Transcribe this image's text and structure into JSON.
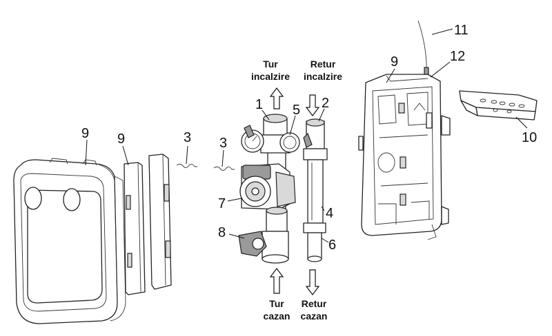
{
  "labels": {
    "n1": "1",
    "n2": "2",
    "n3a": "3",
    "n3b": "3",
    "n4": "4",
    "n5": "5",
    "n6": "6",
    "n7": "7",
    "n8": "8",
    "n9a": "9",
    "n9b": "9",
    "n9c": "9",
    "n10": "10",
    "n11": "11",
    "n12": "12"
  },
  "flow": {
    "tur_incalzire_1": "Tur",
    "tur_incalzire_2": "incalzire",
    "retur_incalzire_1": "Retur",
    "retur_incalzire_2": "incalzire",
    "tur_cazan_1": "Tur",
    "tur_cazan_2": "cazan",
    "retur_cazan_1": "Retur",
    "retur_cazan_2": "cazan"
  }
}
